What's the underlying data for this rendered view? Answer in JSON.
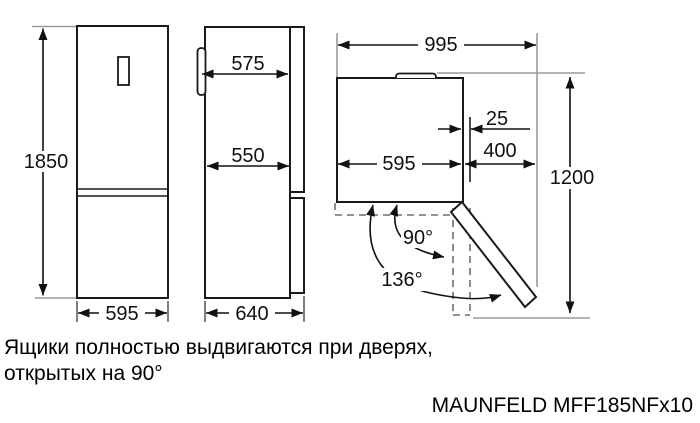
{
  "drawing": {
    "front": {
      "height_mm": "1850",
      "width_mm": "595"
    },
    "side": {
      "depth_upper_mm": "575",
      "depth_lower_mm": "550",
      "depth_total_mm": "640"
    },
    "top": {
      "width_door_open_mm": "995",
      "side_clearance_mm": "25",
      "cabinet_width_mm": "595",
      "door_swing_mm": "400",
      "depth_door_open_mm": "1200",
      "door_angle_open": "90°",
      "door_angle_max": "136°"
    }
  },
  "note": {
    "line1": "Ящики полностью выдвигаются при дверях,",
    "line2": "открытых на 90°"
  },
  "model": "MAUNFELD MFF185NFx10",
  "colors": {
    "outline": "#1a1a1a",
    "dimension": "#111111",
    "extension": "#9a9a9a",
    "dashed": "#6e6e6e",
    "background": "#ffffff"
  }
}
